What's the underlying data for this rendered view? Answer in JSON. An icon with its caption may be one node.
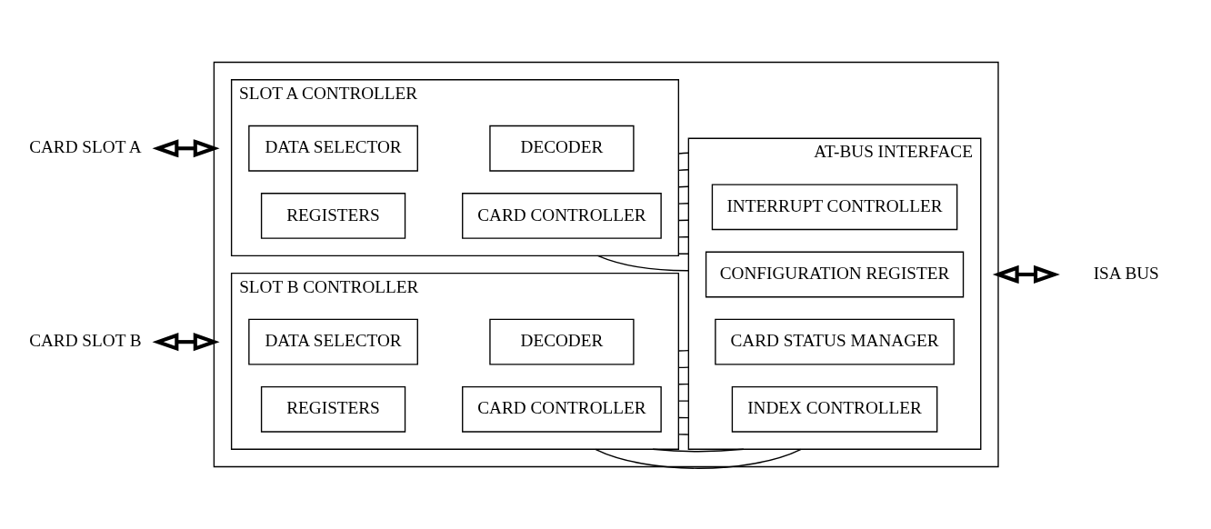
{
  "diagram": {
    "nodes": [
      {
        "text": [],
        "shape": "box"
      },
      {
        "text": [
          "SLOT A CONTROLLER"
        ],
        "in": 0
      },
      {
        "text": [
          "DATA SELECTOR"
        ],
        "in": 1
      },
      {
        "text": [
          "DECODER"
        ],
        "in": 1
      },
      {
        "text": [
          "REGISTERS"
        ],
        "in": 1
      },
      {
        "text": [
          "CARD CONTROLLER"
        ],
        "in": 1
      },
      {
        "text": [
          "AT-BUS INTERFACE"
        ],
        "in": 0
      },
      {
        "text": [
          "INTERRUPT CONTROLLER"
        ],
        "in": 6
      },
      {
        "text": [
          "CONFIGURATION REGISTER"
        ],
        "in": 6
      },
      {
        "text": [
          "CARD STATUS MANAGER"
        ],
        "in": 6
      },
      {
        "text": [
          "INDEX CONTROLLER"
        ],
        "in": 6
      },
      {
        "text": [
          "SLOT B CONTROLLER"
        ],
        "in": 0
      },
      {
        "text": [
          "DATA SELECTOR"
        ],
        "in": 11
      },
      {
        "text": [
          "DECODER"
        ],
        "in": 11
      },
      {
        "text": [
          "REGISTERS"
        ],
        "in": 11
      },
      {
        "text": [
          "CARD CONTROLLER"
        ],
        "in": 11
      },
      {
        "text": [
          "CARD SLOT A"
        ]
      },
      {
        "text": [
          "CARD SLOT B"
        ]
      },
      {
        "text": [
          "ISA BUS"
        ]
      }
    ],
    "edges": [
      {
        "from": 16,
        "to": 0,
        "arrow": "both",
        "style": "thick"
      },
      {
        "from": 17,
        "to": 0,
        "arrow": "both",
        "style": "thick"
      },
      {
        "from": 0,
        "to": 18,
        "arrow": "both",
        "style": "thick"
      },
      {
        "from": 1,
        "to": 6,
        "arrow": "none"
      },
      {
        "from": 1,
        "to": 6,
        "arrow": "none"
      },
      {
        "from": 1,
        "to": 6,
        "arrow": "none"
      },
      {
        "from": 1,
        "to": 6,
        "arrow": "none"
      },
      {
        "from": 1,
        "to": 6,
        "arrow": "none"
      },
      {
        "from": 1,
        "to": 6,
        "arrow": "none"
      },
      {
        "from": 1,
        "to": 6,
        "arrow": "none"
      },
      {
        "from": 1,
        "to": 6,
        "arrow": "none"
      },
      {
        "from": 11,
        "to": 6,
        "arrow": "none"
      },
      {
        "from": 11,
        "to": 6,
        "arrow": "none"
      },
      {
        "from": 11,
        "to": 6,
        "arrow": "none"
      },
      {
        "from": 11,
        "to": 6,
        "arrow": "none"
      },
      {
        "from": 11,
        "to": 6,
        "arrow": "none"
      },
      {
        "from": 11,
        "to": 6,
        "arrow": "none"
      },
      {
        "from": 11,
        "to": 6,
        "arrow": "none"
      },
      {
        "from": 11,
        "to": 6,
        "arrow": "none"
      }
    ]
  }
}
